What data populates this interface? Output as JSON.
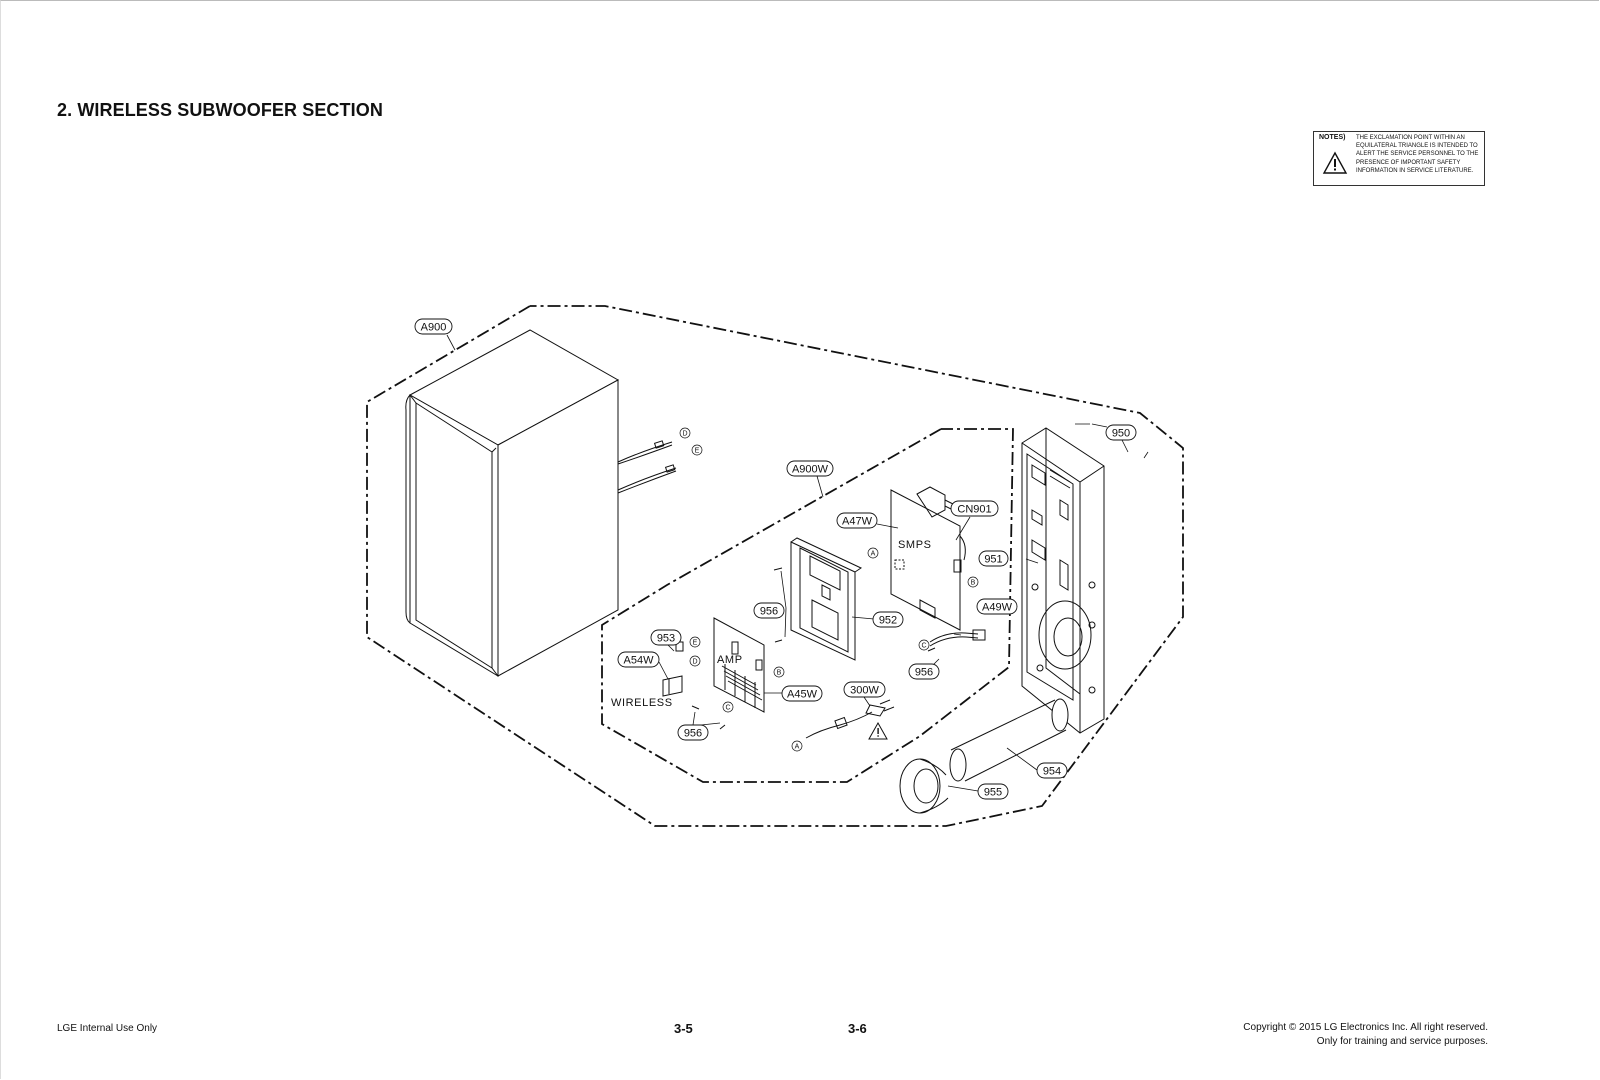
{
  "section_title": "2. WIRELESS SUBWOOFER SECTION",
  "notes": {
    "label": "NOTES)",
    "text": "THE EXCLAMATION POINT WITHIN AN EQUILATERAL TRIANGLE IS INTENDED TO ALERT THE SERVICE PERSONNEL TO THE PRESENCE OF IMPORTANT SAFETY INFORMATION IN SERVICE LITERATURE.",
    "icon": "warning-triangle-icon"
  },
  "callouts": {
    "a900": "A900",
    "a900w": "A900W",
    "a47w": "A47W",
    "cn901": "CN901",
    "c950": "950",
    "c951": "951",
    "c952": "952",
    "c956_top": "956",
    "c956_right": "956",
    "c956_bottom": "956",
    "c953": "953",
    "a54w": "A54W",
    "a49w": "A49W",
    "a45w": "A45W",
    "c300w": "300W",
    "c954": "954",
    "c955": "955"
  },
  "board_labels": {
    "smps": "SMPS",
    "amp": "AMP",
    "wireless": "WIRELESS"
  },
  "connector_refs": {
    "d_cab": "D",
    "e_cab": "E",
    "a_smps": "A",
    "b_smps": "B",
    "e_amp": "E",
    "d_amp": "D",
    "c_amp": "C",
    "b_amp": "B",
    "c_a49w": "C",
    "a_cord": "A"
  },
  "footer": {
    "left": "LGE Internal Use Only",
    "page_left": "3-5",
    "page_right": "3-6",
    "copyright": "Copyright © 2015 LG Electronics Inc. All right reserved.",
    "training": "Only for training and service purposes."
  }
}
